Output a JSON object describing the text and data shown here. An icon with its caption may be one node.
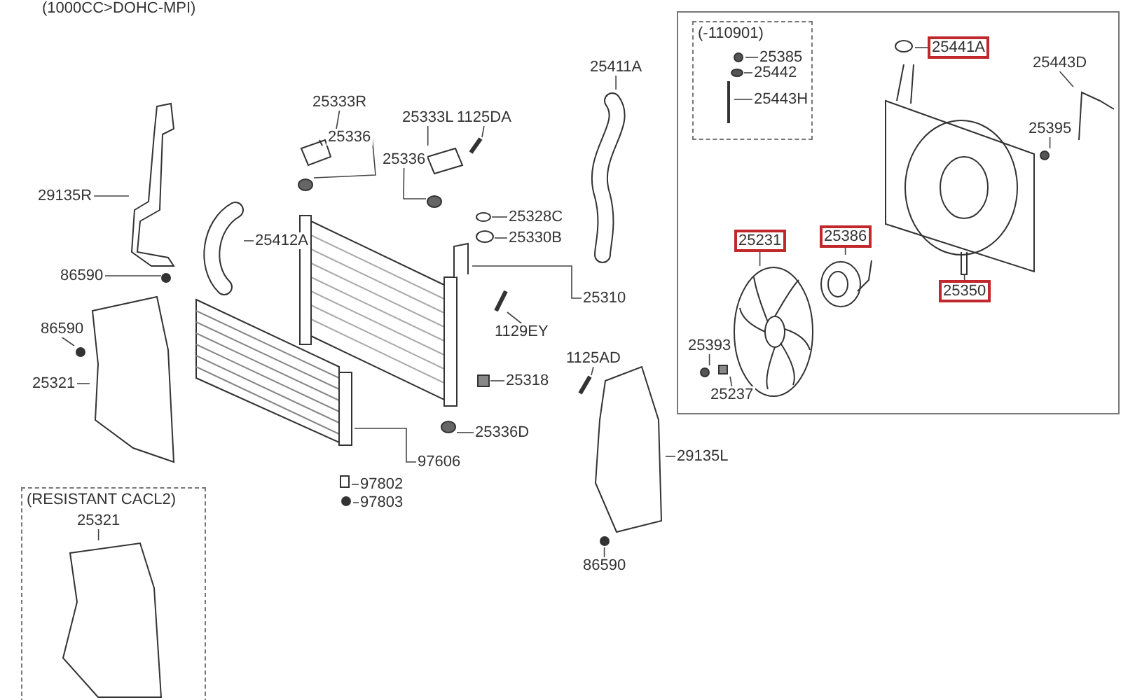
{
  "diagram": {
    "nodes": [
      {
        "text": [
          "29135R"
        ]
      },
      {
        "text": [
          "86590"
        ]
      },
      {
        "text": [
          "25412A"
        ]
      },
      {
        "text": [
          "25333R"
        ]
      },
      {
        "text": [
          "25336"
        ]
      },
      {
        "text": [
          "25333L"
        ]
      },
      {
        "text": [
          "1125DA"
        ]
      },
      {
        "text": [
          "25336"
        ]
      },
      {
        "text": [
          "25411A"
        ]
      },
      {
        "text": [
          "25328C"
        ]
      },
      {
        "text": [
          "25330B"
        ]
      },
      {
        "text": [
          "25310"
        ]
      },
      {
        "text": [
          "1129EY"
        ]
      },
      {
        "text": [
          "25318"
        ]
      },
      {
        "text": [
          "25336D"
        ]
      },
      {
        "text": [
          "97606"
        ]
      },
      {
        "text": [
          "97802"
        ]
      },
      {
        "text": [
          "97803"
        ]
      },
      {
        "text": [
          "1125AD"
        ]
      },
      {
        "text": [
          "86590"
        ]
      },
      {
        "text": [
          "25321"
        ]
      },
      {
        "text": [
          "29135L"
        ]
      },
      {
        "text": [
          "86590"
        ]
      },
      {
        "text": [
          "(RESISTANT CACL2)"
        ]
      },
      {
        "text": [
          "25321"
        ],
        "in": 23
      },
      {
        "text": [],
        "shape": "box"
      },
      {
        "text": [
          "(-110901)"
        ],
        "in": 25
      },
      {
        "text": [
          "25385"
        ],
        "in": 26
      },
      {
        "text": [
          "25442"
        ],
        "in": 26
      },
      {
        "text": [
          "25443H"
        ],
        "in": 26
      },
      {
        "text": [
          "25441A"
        ],
        "in": 25
      },
      {
        "text": [
          "25443D"
        ],
        "in": 25
      },
      {
        "text": [
          "25395"
        ],
        "in": 25
      },
      {
        "text": [
          "25231"
        ],
        "in": 25
      },
      {
        "text": [
          "25386"
        ],
        "in": 25
      },
      {
        "text": [
          "25350"
        ],
        "in": 25
      },
      {
        "text": [
          "25393"
        ],
        "in": 25
      },
      {
        "text": [
          "25237"
        ],
        "in": 25
      },
      {
        "text": [],
        "shape": "picture"
      },
      {
        "text": [],
        "shape": "circle"
      },
      {
        "text": [],
        "shape": "picture"
      },
      {
        "text": [],
        "shape": "picture"
      },
      {
        "text": [],
        "shape": "circle"
      },
      {
        "text": [],
        "shape": "picture"
      },
      {
        "text": [],
        "shape": "picture"
      },
      {
        "text": [],
        "shape": "circle"
      },
      {
        "text": [],
        "shape": "picture"
      },
      {
        "text": [],
        "shape": "circle"
      },
      {
        "text": [],
        "shape": "circle"
      },
      {
        "text": [],
        "shape": "picture"
      },
      {
        "text": [],
        "shape": "picture"
      },
      {
        "text": [],
        "shape": "box"
      },
      {
        "text": [],
        "shape": "circle"
      },
      {
        "text": [],
        "shape": "picture"
      },
      {
        "text": [],
        "shape": "box"
      },
      {
        "text": [],
        "shape": "circle"
      },
      {
        "text": [],
        "shape": "picture"
      },
      {
        "text": [],
        "shape": "circle"
      },
      {
        "text": [],
        "shape": "picture"
      },
      {
        "text": [],
        "shape": "picture"
      },
      {
        "text": [],
        "shape": "circle"
      },
      {
        "text": [],
        "shape": "picture",
        "in": 23
      },
      {
        "text": [],
        "shape": "circle",
        "in": 26
      },
      {
        "text": [],
        "shape": "circle",
        "in": 26
      },
      {
        "text": [],
        "shape": "picture",
        "in": 26
      },
      {
        "text": [],
        "shape": "circle",
        "in": 25
      },
      {
        "text": [],
        "shape": "picture",
        "in": 25
      },
      {
        "text": [],
        "shape": "circle",
        "in": 25
      },
      {
        "text": [],
        "shape": "picture",
        "in": 25
      },
      {
        "text": [],
        "shape": "picture",
        "in": 25
      },
      {
        "text": [],
        "shape": "picture",
        "in": 25
      },
      {
        "text": [],
        "shape": "circle",
        "in": 25
      },
      {
        "text": [],
        "shape": "box",
        "in": 25
      }
    ],
    "edges": [
      {
        "from": 0,
        "to": 38,
        "arrow": "none"
      },
      {
        "from": 1,
        "to": 39,
        "arrow": "none"
      },
      {
        "from": 2,
        "to": 40,
        "arrow": "none"
      },
      {
        "from": 3,
        "to": 41,
        "arrow": "none"
      },
      {
        "from": 4,
        "to": 42,
        "arrow": "none"
      },
      {
        "from": 5,
        "to": 43,
        "arrow": "none"
      },
      {
        "from": 6,
        "to": 44,
        "arrow": "none"
      },
      {
        "from": 7,
        "to": 45,
        "arrow": "none"
      },
      {
        "from": 8,
        "to": 46,
        "arrow": "none"
      },
      {
        "from": 9,
        "to": 47,
        "arrow": "none"
      },
      {
        "from": 10,
        "to": 48,
        "arrow": "none"
      },
      {
        "from": 11,
        "to": 49,
        "arrow": "none"
      },
      {
        "from": 12,
        "to": 50,
        "arrow": "none"
      },
      {
        "from": 13,
        "to": 51,
        "arrow": "none"
      },
      {
        "from": 14,
        "to": 52,
        "arrow": "none"
      },
      {
        "from": 15,
        "to": 53,
        "arrow": "none"
      },
      {
        "from": 16,
        "to": 54,
        "arrow": "none"
      },
      {
        "from": 17,
        "to": 55,
        "arrow": "none"
      },
      {
        "from": 18,
        "to": 56,
        "arrow": "none"
      },
      {
        "from": 19,
        "to": 57,
        "arrow": "none"
      },
      {
        "from": 20,
        "to": 58,
        "arrow": "none"
      },
      {
        "from": 21,
        "to": 59,
        "arrow": "none"
      },
      {
        "from": 22,
        "to": 60,
        "arrow": "none"
      },
      {
        "from": 24,
        "to": 61,
        "arrow": "none"
      },
      {
        "from": 27,
        "to": 62,
        "arrow": "none"
      },
      {
        "from": 28,
        "to": 63,
        "arrow": "none"
      },
      {
        "from": 29,
        "to": 64,
        "arrow": "none"
      },
      {
        "from": 30,
        "to": 65,
        "arrow": "none"
      },
      {
        "from": 31,
        "to": 66,
        "arrow": "none"
      },
      {
        "from": 32,
        "to": 67,
        "arrow": "none"
      },
      {
        "from": 33,
        "to": 68,
        "arrow": "none"
      },
      {
        "from": 34,
        "to": 69,
        "arrow": "none"
      },
      {
        "from": 35,
        "to": 70,
        "arrow": "none"
      },
      {
        "from": 36,
        "to": 71,
        "arrow": "none"
      },
      {
        "from": 37,
        "to": 72,
        "arrow": "none"
      }
    ],
    "labels": [
      "(1000CC>DOHC-MPI)"
    ]
  }
}
